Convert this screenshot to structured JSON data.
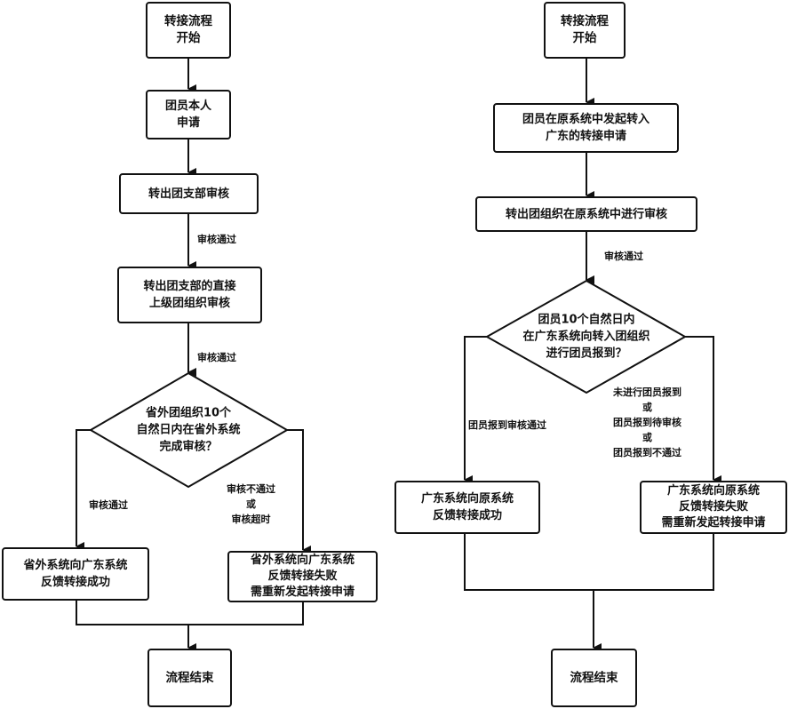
{
  "left_flow": {
    "start": "转接流程\n开始",
    "apply": "团员本人\n申请",
    "branch_review": "转出团支部审核",
    "branch_review_pass": "审核通过",
    "parent_review": "转出团支部的直接\n上级团组织审核",
    "parent_review_pass": "审核通过",
    "decision": "省外团组织10个\n自然日内在省外系统\n完成审核？",
    "yes_label": "审核通过",
    "no_label": "审核不通过\n或\n审核超时",
    "success": "省外系统向广东系统\n反馈转接成功",
    "failure": "省外系统向广东系统\n反馈转接失败\n需重新发起转接申请",
    "end": "流程结束"
  },
  "right_flow": {
    "start": "转接流程\n开始",
    "apply": "团员在原系统中发起转入\n广东的转接申请",
    "review": "转出团组织在原系统中进行审核",
    "review_pass": "审核通过",
    "decision": "团员10个自然日内\n在广东系统向转入团组织\n进行团员报到？",
    "yes_label": "团员报到审核通过",
    "no_label": "未进行团员报到\n或\n团员报到待审核\n或\n团员报到不通过",
    "success": "广东系统向原系统\n反馈转接成功",
    "failure": "广东系统向原系统\n反馈转接失败\n需重新发起转接申请",
    "end": "流程结束"
  }
}
